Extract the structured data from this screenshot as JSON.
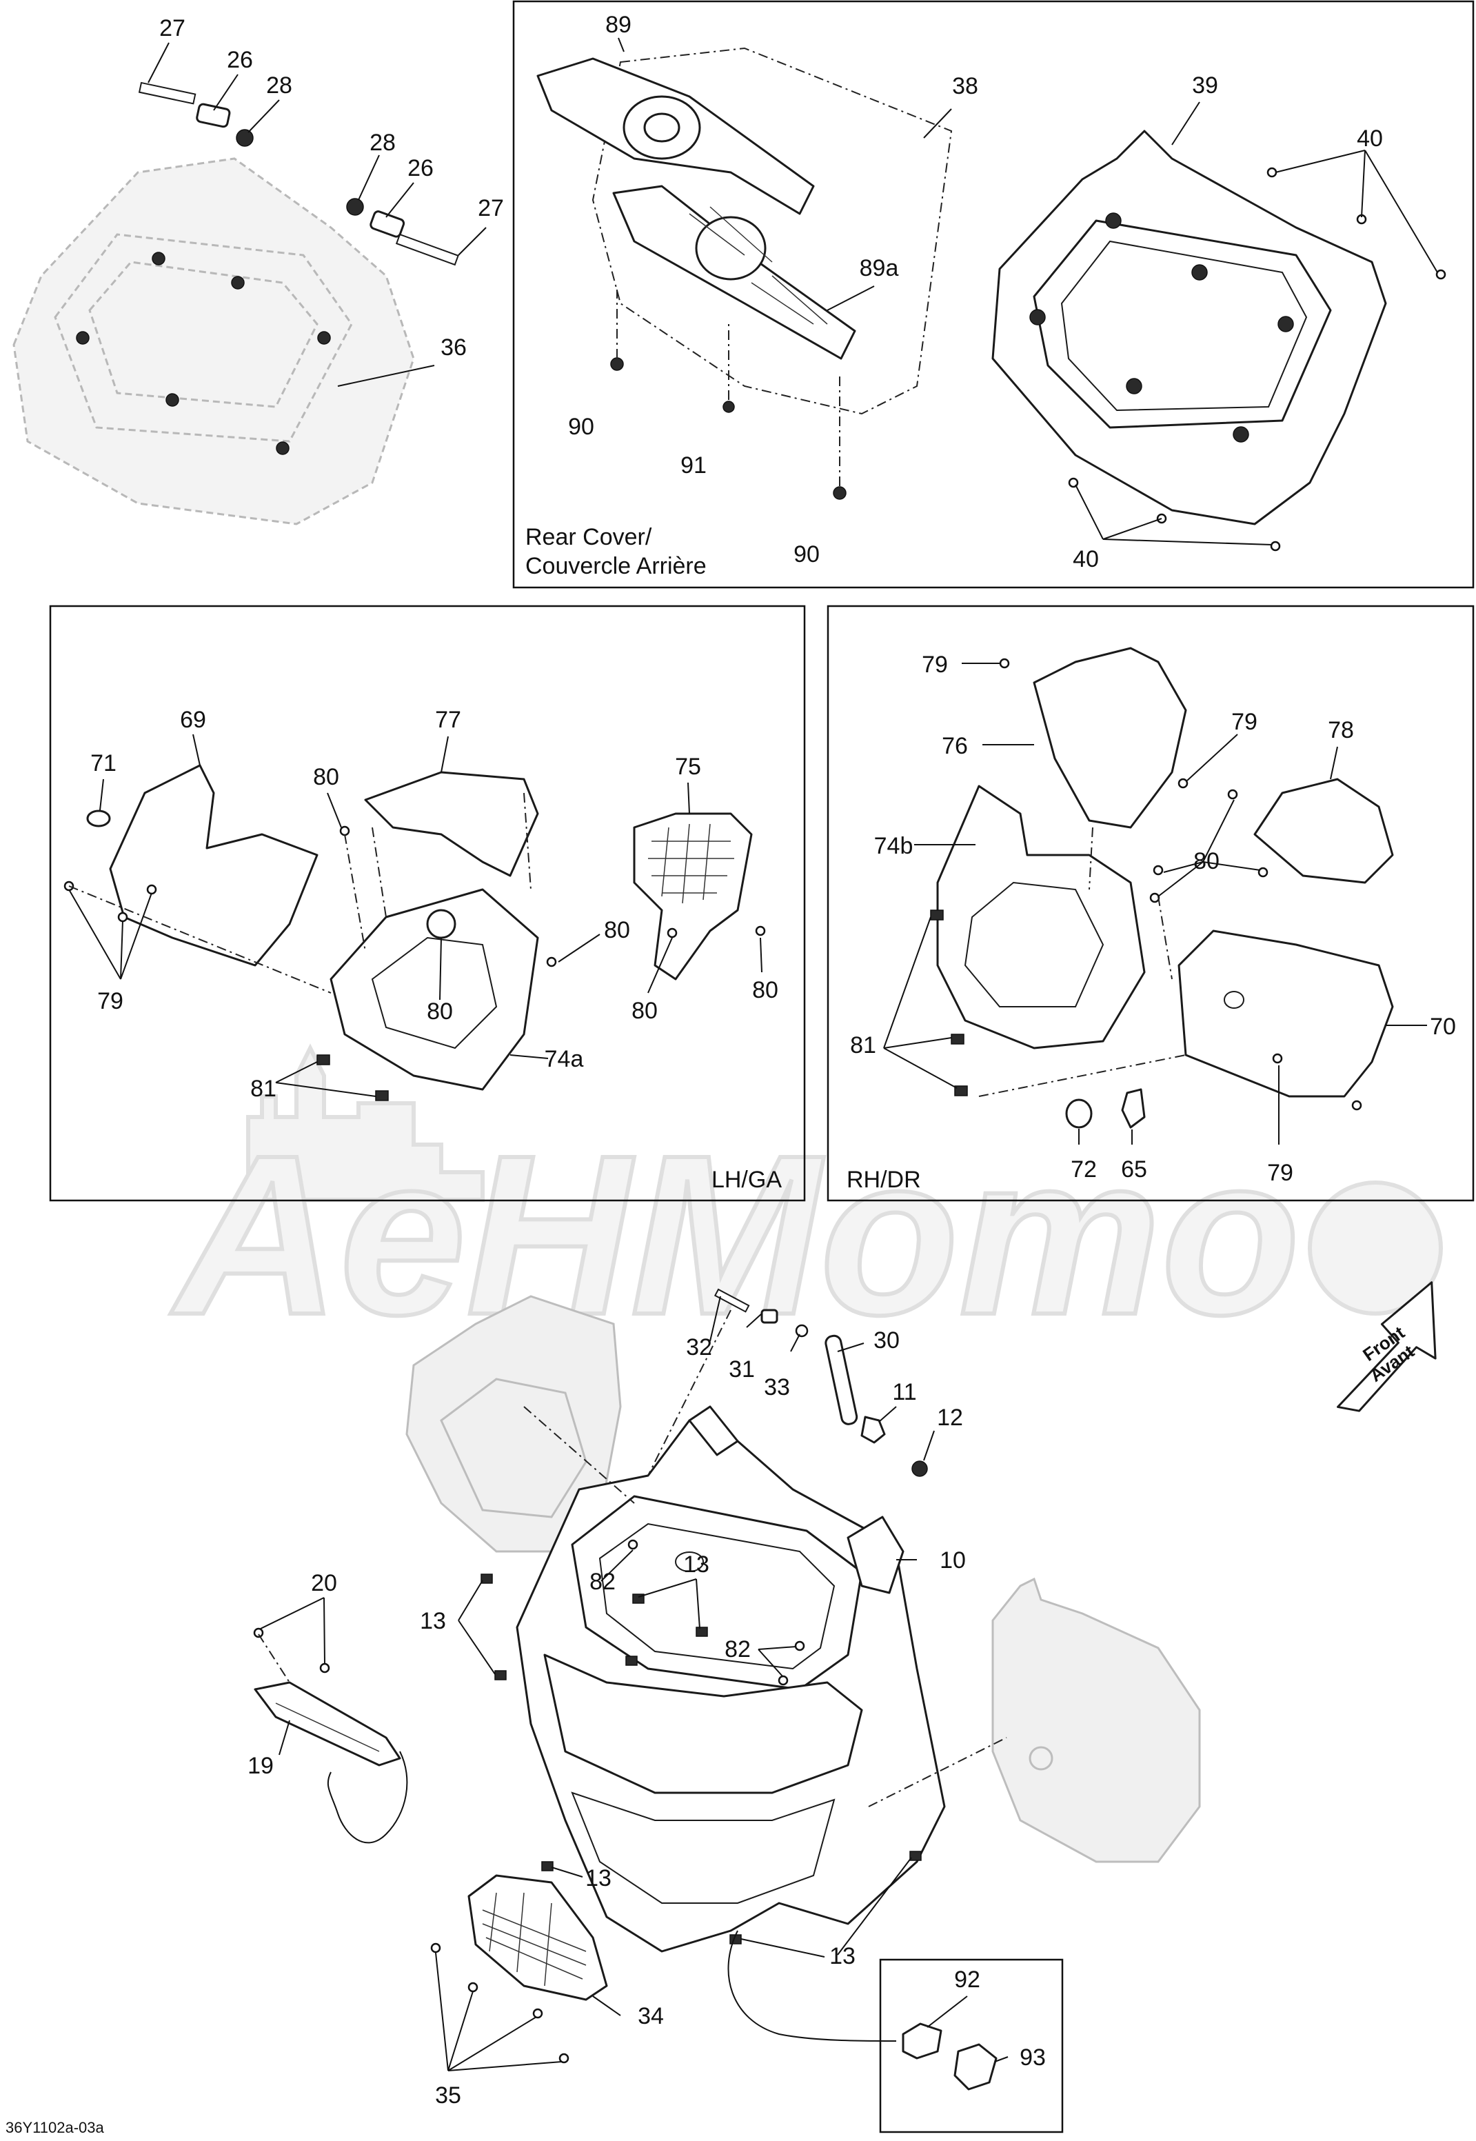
{
  "diagram_code": "36Y1102a-03a",
  "watermark": "AeHMomo",
  "direction_arrow": {
    "line1": "Front",
    "line2": "Avant"
  },
  "panels": {
    "rear_cover": {
      "line1": "Rear Cover/",
      "line2": "Couvercle Arrière"
    },
    "lh": {
      "label": "LH/GA"
    },
    "rh": {
      "label": "RH/DR"
    }
  },
  "labels": {
    "p27a": "27",
    "p26a": "26",
    "p28a": "28",
    "p28b": "28",
    "p26b": "26",
    "p27b": "27",
    "p36": "36",
    "p89": "89",
    "p38": "38",
    "p39": "39",
    "p40a": "40",
    "p89a": "89a",
    "p90a": "90",
    "p91": "91",
    "p90b": "90",
    "p40b": "40",
    "p69": "69",
    "p71": "71",
    "p77": "77",
    "p80a": "80",
    "p75": "75",
    "p80b": "80",
    "p80c": "80",
    "p80d": "80",
    "p80e": "80",
    "p79a": "79",
    "p81a": "81",
    "p74a": "74a",
    "p79b": "79",
    "p76": "76",
    "p79c": "79",
    "p78": "78",
    "p74b": "74b",
    "p80f": "80",
    "p81b": "81",
    "p70": "70",
    "p72": "72",
    "p65": "65",
    "p79d": "79",
    "p32": "32",
    "p31": "31",
    "p33": "33",
    "p30": "30",
    "p11": "11",
    "p12": "12",
    "p10": "10",
    "p20": "20",
    "p13a": "13",
    "p13b": "13",
    "p82a": "82",
    "p82b": "82",
    "p19": "19",
    "p13c": "13",
    "p13d": "13",
    "p34": "34",
    "p35": "35",
    "p92": "92",
    "p93": "93"
  }
}
